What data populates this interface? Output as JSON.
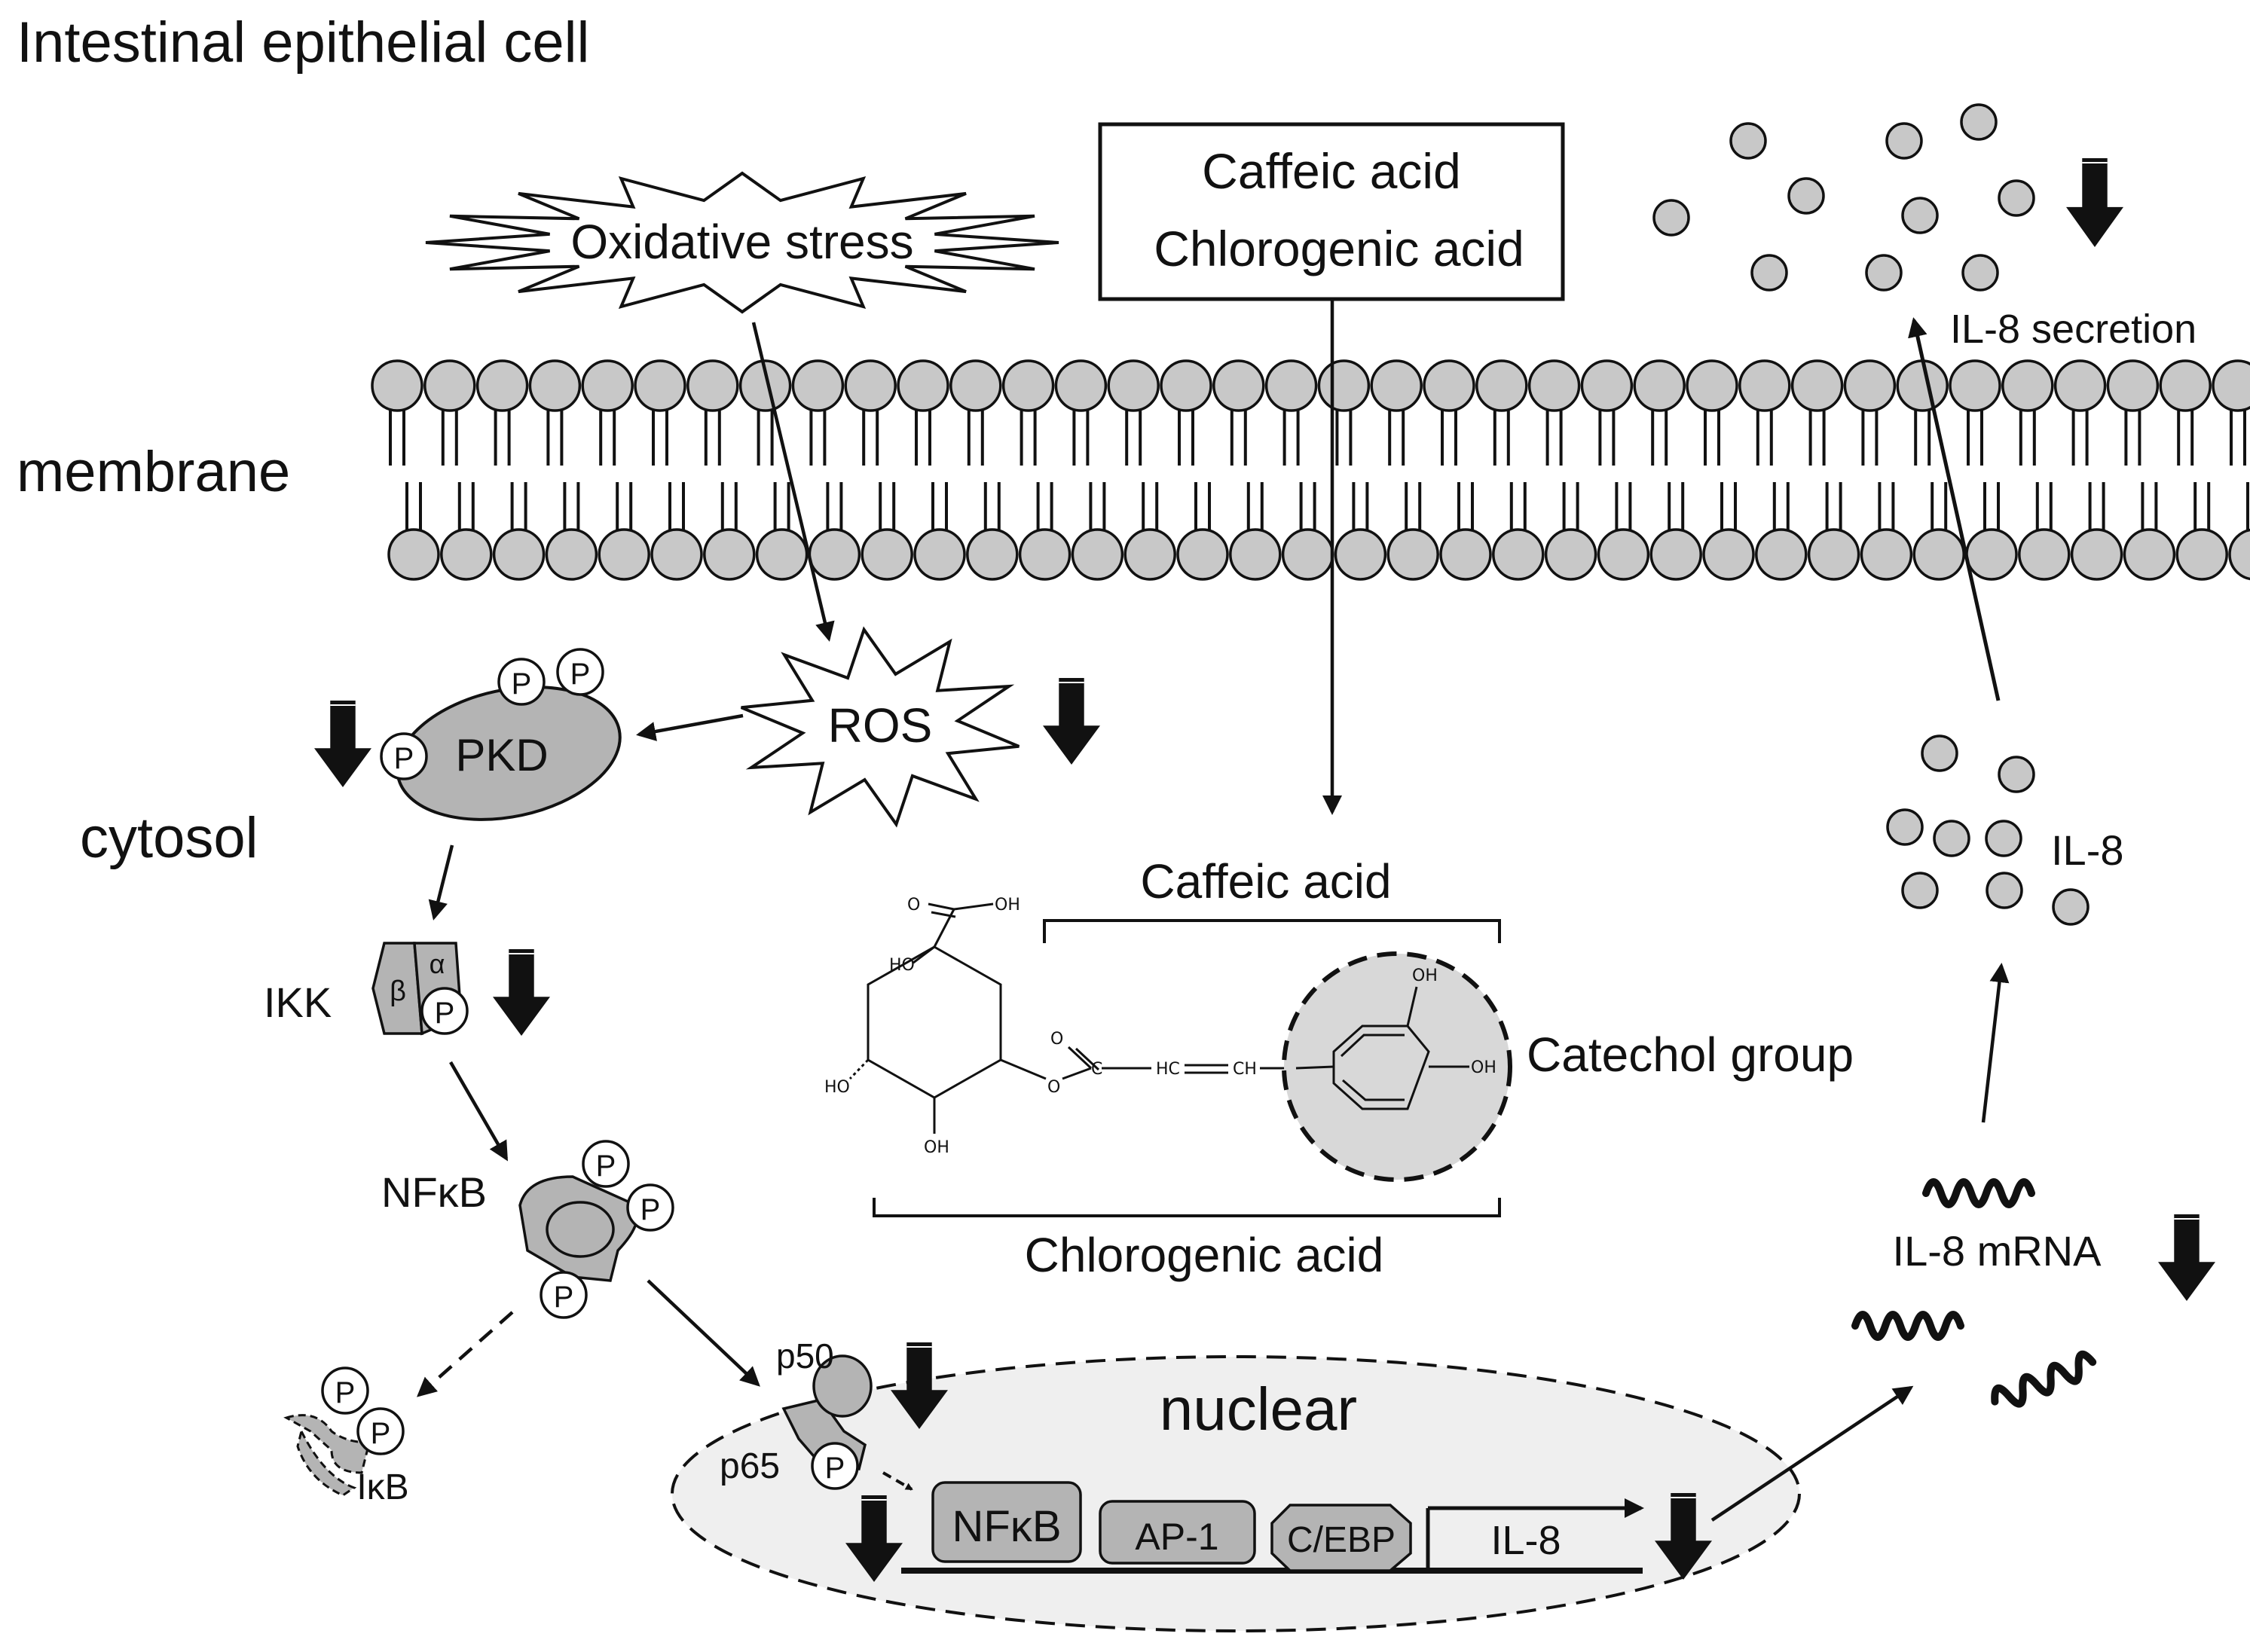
{
  "title": "Intestinal epithelial cell",
  "regions": {
    "membrane": "membrane",
    "cytosol": "cytosol",
    "nuclear": "nuclear"
  },
  "stimuli": {
    "oxidative_stress": "Oxidative stress",
    "ros": "ROS"
  },
  "compounds_box": {
    "line1": "Caffeic acid",
    "line2": "Chlorogenic acid"
  },
  "structure": {
    "caffeic_bracket": "Caffeic acid",
    "chlorogenic_bracket": "Chlorogenic acid",
    "catechol": "Catechol group",
    "atoms": {
      "oh_top": "OH",
      "o_top": "O",
      "ho_ring_top": "HO",
      "ho_ring_left": "HO",
      "oh_ring_bottom": "OH",
      "o_ester_double": "O",
      "o_ester": "O",
      "c_ester": "C",
      "hc": "HC",
      "ch": "CH",
      "oh_cat1": "OH",
      "oh_cat2": "OH"
    }
  },
  "signaling": {
    "pkd": "PKD",
    "phospho": "P",
    "ikk": "IKK",
    "ikk_beta": "β",
    "ikk_alpha": "α",
    "nfkb": "NFκB",
    "ikb": "IκB",
    "p50": "p50",
    "p65": "p65"
  },
  "promoter": {
    "nfkb": "NFκB",
    "ap1": "AP-1",
    "cebp": "C/EBP",
    "gene": "IL-8"
  },
  "outputs": {
    "mrna": "IL-8 mRNA",
    "il8": "IL-8",
    "secretion": "IL-8 secretion"
  },
  "colors": {
    "bead_fill": "#c8c8c8",
    "shape_fill": "#b4b4b4",
    "nucleus_fill": "#efefef",
    "arrow_fill": "#111111"
  }
}
